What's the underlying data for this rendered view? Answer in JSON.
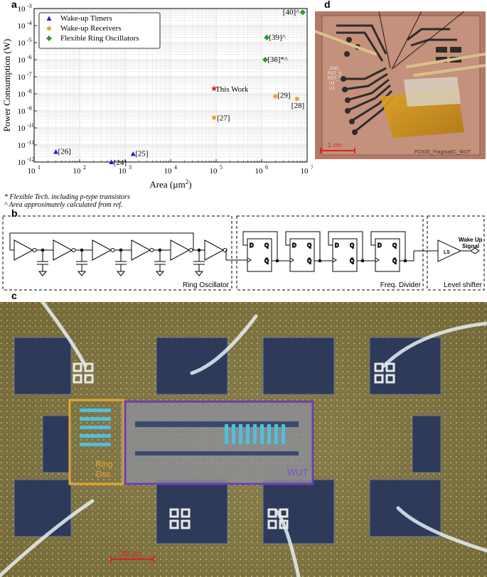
{
  "panels": {
    "a": "a",
    "b": "b",
    "c": "c",
    "d": "d"
  },
  "chart_data": {
    "type": "scatter",
    "xlabel": "Area  (µm",
    "xlabel_sup": "2",
    "xlabel_tail": ")",
    "ylabel": "Power Consumption (W)",
    "xscale": "log",
    "yscale": "log",
    "xlim": [
      10,
      10000000
    ],
    "ylim": [
      1e-12,
      0.001
    ],
    "x_tick_exponents": [
      1,
      2,
      3,
      4,
      5,
      6,
      7
    ],
    "y_tick_exponents": [
      -3,
      -4,
      -5,
      -6,
      -7,
      -8,
      -9,
      -10,
      -11,
      -12
    ],
    "grid": true,
    "legend_position": "top-left",
    "series": [
      {
        "name": "Wake-up Timers",
        "marker": "triangle",
        "color": "#1f1fd0",
        "points": [
          {
            "x": 30,
            "y": 4e-12,
            "label": "[26]"
          },
          {
            "x": 500,
            "y": 1e-12,
            "label": "[24]"
          },
          {
            "x": 1500,
            "y": 3e-12,
            "label": "[25]"
          }
        ]
      },
      {
        "name": "Wake-up Receivers",
        "marker": "circle",
        "color": "#f0a030",
        "points": [
          {
            "x": 90000,
            "y": 4e-10,
            "label": "[27]"
          },
          {
            "x": 2000000,
            "y": 7e-09,
            "label": "[29]"
          },
          {
            "x": 6000000,
            "y": 5e-09,
            "label": "[28]"
          }
        ]
      },
      {
        "name": "Flexible Ring Oscillators",
        "marker": "diamond",
        "color": "#2a9a2a",
        "points": [
          {
            "x": 1200000,
            "y": 1e-06,
            "label": "[38]*^"
          },
          {
            "x": 1300000,
            "y": 2e-05,
            "label": "[39]^"
          },
          {
            "x": 8000000,
            "y": 0.0006,
            "label": "[40]^"
          }
        ]
      },
      {
        "name": "",
        "marker": "star",
        "color": "#e02020",
        "points": [
          {
            "x": 90000,
            "y": 2e-08,
            "label": "This Work"
          }
        ]
      }
    ]
  },
  "notes": {
    "line1": "* Flexible Tech. including p-type transistors",
    "line2": "^ Area approximately calculated from ref."
  },
  "schematic": {
    "ring_osc_label": "Ring Oscillator",
    "freq_div_label": "Freq. Divider",
    "level_shifter_label": "Level shifter",
    "ls_text": "LS",
    "wake_up_label_1": "Wake Up",
    "wake_up_label_2": "Signal",
    "ff_d": "D",
    "ff_q": "Q",
    "ff_qbar": "Q̄"
  },
  "photo_c": {
    "ring_label_1": "Ring",
    "ring_label_2": "Osc.",
    "wut_label": "WUT",
    "scale_label": "100 µm"
  },
  "photo_d": {
    "scale_label": "1 cm",
    "pcb_text": "FOX05_FragmatIC_WUT",
    "pad_labels": [
      "GND",
      "RST_S",
      "RST_Y",
      "U2",
      "U1"
    ]
  }
}
